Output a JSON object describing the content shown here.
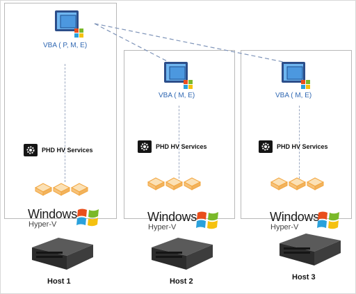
{
  "hosts": [
    {
      "vba_label": "VBA ( P, M, E)",
      "services_label": "PHD HV Services",
      "os_name": "Windows",
      "os_edition": "Hyper-V",
      "host_label": "Host 1"
    },
    {
      "vba_label": "VBA ( M, E)",
      "services_label": "PHD HV Services",
      "os_name": "Windows",
      "os_edition": "Hyper-V",
      "host_label": "Host 2"
    },
    {
      "vba_label": "VBA ( M, E)",
      "services_label": "PHD HV Services",
      "os_name": "Windows",
      "os_edition": "Hyper-V",
      "host_label": "Host 3"
    }
  ],
  "colors": {
    "label_blue": "#2f67b2",
    "connector": "#7d93b8",
    "vm_orange": "#f2b35c"
  },
  "icons": [
    "vba-appliance-icon",
    "gear-icon",
    "vm-icon",
    "windows-flag-icon",
    "server-icon"
  ]
}
